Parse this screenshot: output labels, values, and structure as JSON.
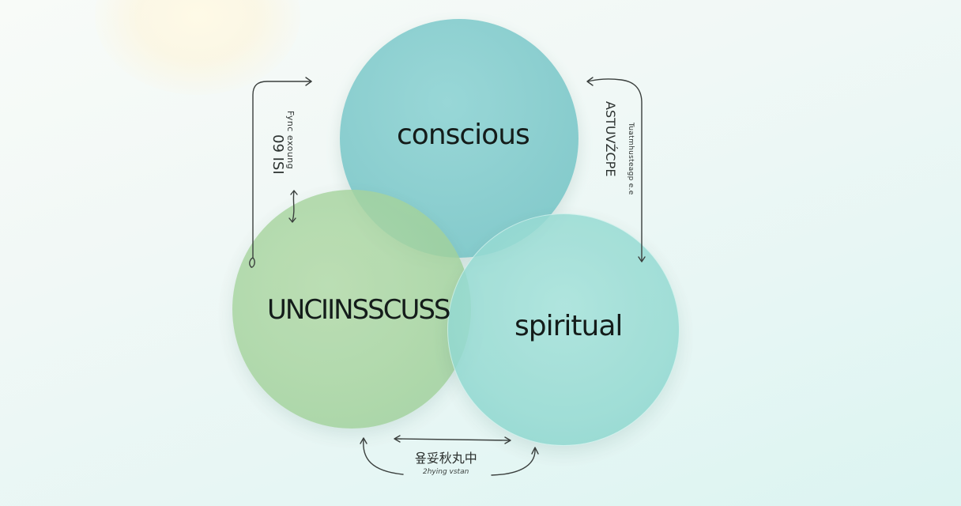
{
  "diagram": {
    "type": "venn",
    "title": "",
    "circles": [
      {
        "id": "conscious",
        "label": "conscious",
        "color": "#86cccd"
      },
      {
        "id": "unconscious",
        "label": "UNCIINSSCUSS",
        "color": "#a3d29c"
      },
      {
        "id": "spiritual",
        "label": "spiritual",
        "color": "#95dad2"
      }
    ],
    "annotations": {
      "left": {
        "line1": "Fync exoung",
        "line2": "09 ISI"
      },
      "right": {
        "line1": "ASTUVŹCPE",
        "line2": "Tuatmhusteagp e.e"
      },
      "bottom": {
        "line1": "욮妥秋丸中",
        "line2": "2hying vstan"
      }
    },
    "arrows": [
      {
        "id": "left-loop",
        "from": "unconscious",
        "to": "conscious",
        "direction": "up-right"
      },
      {
        "id": "left-small-double",
        "direction": "vertical-bidirectional"
      },
      {
        "id": "right-loop",
        "from": "spiritual",
        "to": "conscious",
        "direction": "up-left"
      },
      {
        "id": "bottom-double",
        "direction": "horizontal-bidirectional"
      },
      {
        "id": "bottom-left-curve",
        "direction": "up"
      },
      {
        "id": "bottom-right-curve",
        "direction": "up"
      }
    ]
  },
  "colors": {
    "background": "#eef7f4",
    "text": "#141c1a",
    "stroke": "#3a3f3d",
    "glow": "#fff4d6"
  }
}
